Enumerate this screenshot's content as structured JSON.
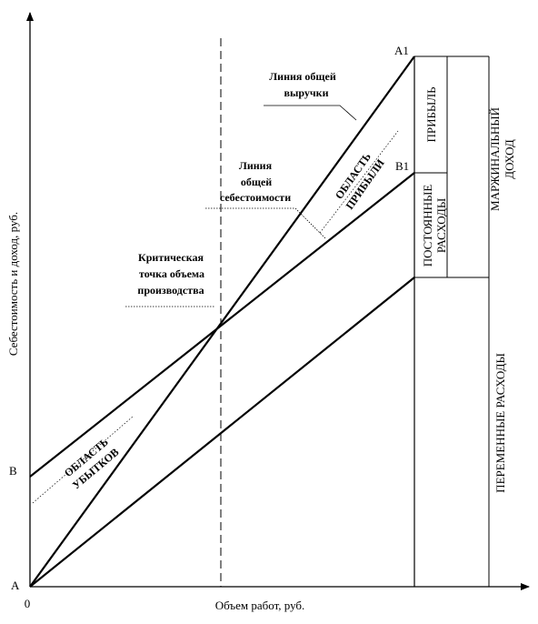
{
  "axes": {
    "y_label": "Себестоимость и доход, руб.",
    "x_label": "Объем работ, руб.",
    "origin": "0"
  },
  "points": {
    "a": "A",
    "a1": "A1",
    "b": "B",
    "b1": "B1"
  },
  "annotations": {
    "revenue_line_1": "Линия общей",
    "revenue_line_2": "выручки",
    "cost_line_1": "Линия",
    "cost_line_2": "общей",
    "cost_line_3": "себестоимости",
    "critical_1": "Критическая",
    "critical_2": "точка объема",
    "critical_3": "производства",
    "profit_area_1": "ОБЛАСТЬ",
    "profit_area_2": "ПРИБЫЛИ",
    "loss_area_1": "ОБЛАСТЬ",
    "loss_area_2": "УБЫТКОВ"
  },
  "brackets": {
    "profit": "ПРИБЫЛЬ",
    "fixed_1": "ПОСТОЯННЫЕ",
    "fixed_2": "РАСХОДЫ",
    "marginal_1": "МАРЖИНАЛЬНЫЙ",
    "marginal_2": "ДОХОД",
    "variable": "ПЕРЕМЕННЫЕ РАСХОДЫ"
  }
}
